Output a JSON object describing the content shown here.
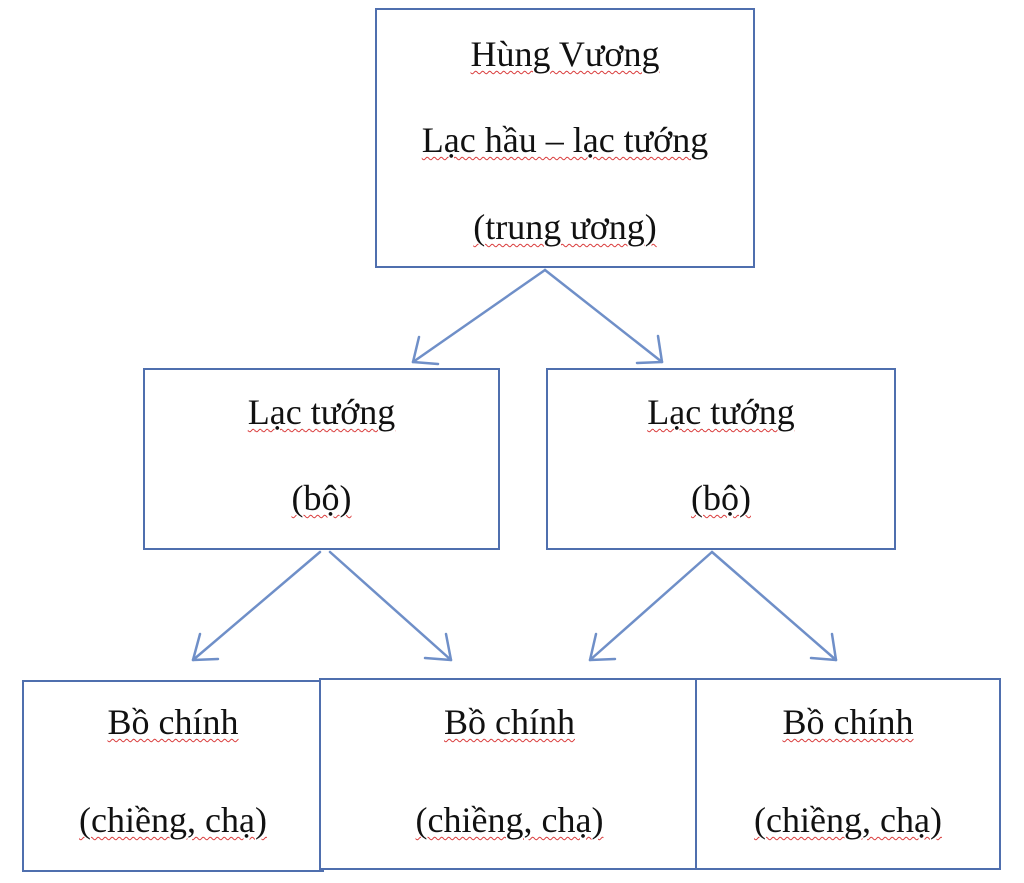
{
  "diagram": {
    "root": {
      "line1": "Hùng Vương",
      "line2": "Lạc hầu – lạc tướng",
      "line3": "(trung ương)"
    },
    "mid_left": {
      "line1": "Lạc tướng",
      "line2": "(bộ)"
    },
    "mid_right": {
      "line1": "Lạc tướng",
      "line2": "(bộ)"
    },
    "leaves": [
      {
        "line1": "Bồ chính",
        "line2": "(chiềng, chạ)"
      },
      {
        "line1": "Bồ chính",
        "line2": "(chiềng, chạ)"
      },
      {
        "line1": "Bồ chính",
        "line2": "(chiềng, chạ)"
      }
    ],
    "colors": {
      "border": "#4f6fae",
      "arrow": "#6f8fc8",
      "spellcheck_underline": "#d93b3b"
    }
  }
}
